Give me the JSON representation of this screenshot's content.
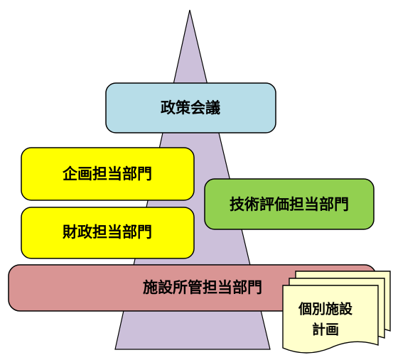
{
  "diagram": {
    "boxes": {
      "policy_council": {
        "label": "政策会議",
        "color": "#b7dde8"
      },
      "planning_dept": {
        "label": "企画担当部門",
        "color": "#ffff00"
      },
      "finance_dept": {
        "label": "財政担当部門",
        "color": "#ffff00"
      },
      "tech_eval_dept": {
        "label": "技術評価担当部門",
        "color": "#92d050"
      },
      "facility_mgmt_dept": {
        "label": "施設所管担当部門",
        "color": "#d99594"
      }
    },
    "document": {
      "line1": "個別施設",
      "line2": "計画",
      "color": "#ffffcc"
    },
    "pyramid_color": "#ccc0da"
  }
}
